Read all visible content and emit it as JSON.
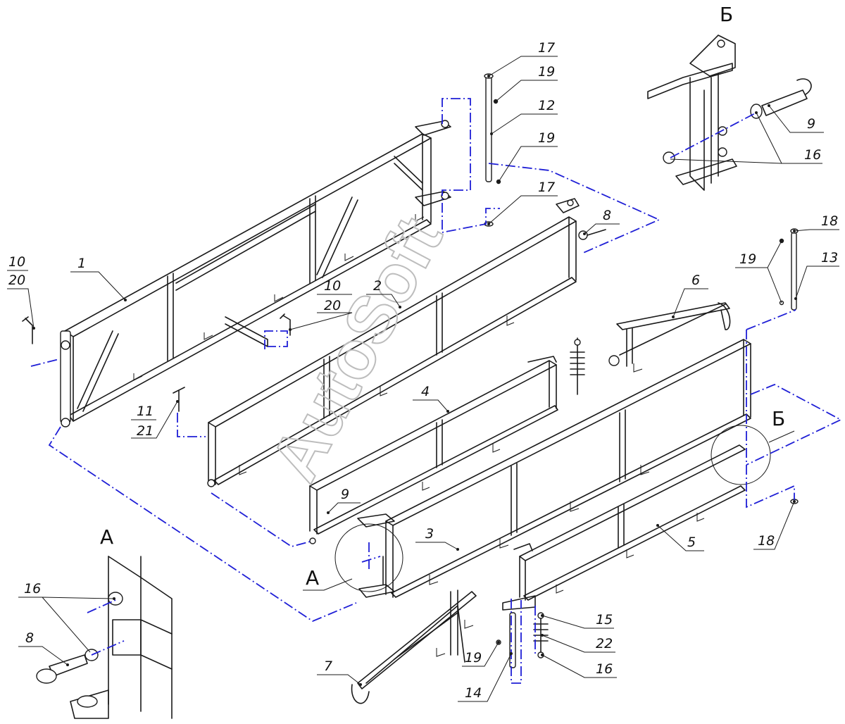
{
  "watermark": "AutoSoft",
  "view_letters": {
    "a_caption": "А",
    "b_caption": "Б",
    "a_marker": "А",
    "b_marker": "Б"
  },
  "callouts": {
    "c1": "1",
    "c2": "2",
    "c3": "3",
    "c4": "4",
    "c5": "5",
    "c6": "6",
    "c7": "7",
    "c8_top": "8",
    "c8_detail": "8",
    "c9_detail": "9",
    "c9_main": "9",
    "c10_left": "10",
    "c20_left": "20",
    "c10_mid": "10",
    "c20_mid": "20",
    "c11": "11",
    "c21": "21",
    "c12": "12",
    "c13": "13",
    "c14": "14",
    "c15": "15",
    "c16_detail_b": "16",
    "c16_detail_a": "16",
    "c16_bottom": "16",
    "c17_top": "17",
    "c17_bottom": "17",
    "c18_top": "18",
    "c18_bottom": "18",
    "c19_top": "19",
    "c19_mid": "19",
    "c19_right": "19",
    "c19_bottom": "19",
    "c22": "22"
  },
  "colors": {
    "line": "#1a1a1a",
    "assembly_path": "#1f1fd6",
    "watermark": "#bdbdbd"
  }
}
